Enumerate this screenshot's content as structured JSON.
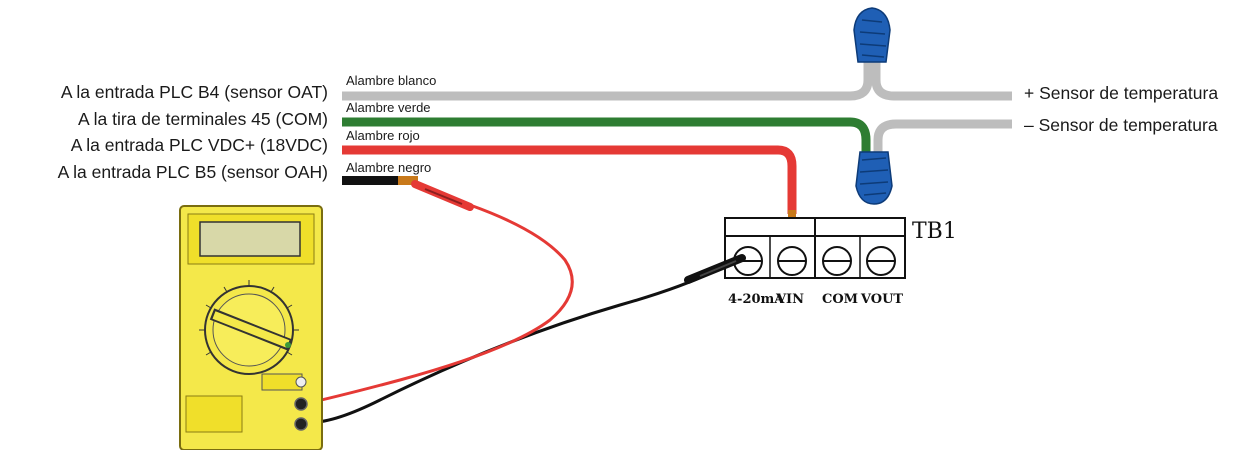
{
  "left_labels": {
    "oat": "A la entrada PLC B4 (sensor OAT)",
    "com": "A la tira de terminales 45 (COM)",
    "vdc": "A la entrada PLC VDC+ (18VDC)",
    "oah": "A la entrada PLC B5 (sensor OAH)"
  },
  "wire_labels": {
    "white": "Alambre blanco",
    "green": "Alambre verde",
    "red": "Alambre rojo",
    "black": "Alambre negro"
  },
  "right_labels": {
    "plus": "+ Sensor de temperatura",
    "minus": "– Sensor de temperatura"
  },
  "terminal_block": {
    "name": "TB1",
    "terminals": [
      "4-20mA",
      "VIN",
      "COM",
      "VOUT"
    ]
  },
  "colors": {
    "white_wire": "#bdbdbd",
    "green_wire": "#2e7d32",
    "red_wire": "#e53935",
    "black_wire": "#111111",
    "wire_nut": "#1f5fb5",
    "meter_body": "#f4e84a"
  },
  "icons": {
    "meter": "multimeter-icon",
    "nut": "wire-nut-icon"
  }
}
